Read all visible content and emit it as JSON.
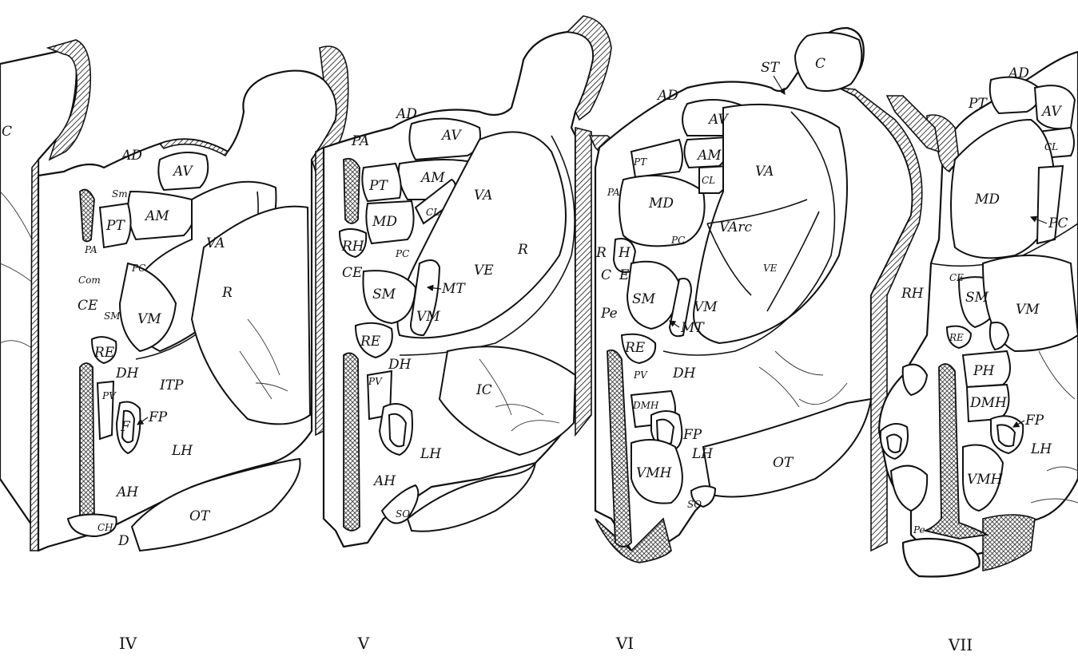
{
  "sections": [
    {
      "numeral": "IV",
      "labels": [
        "C",
        "AD",
        "Sm",
        "AV",
        "PT",
        "AM",
        "VA",
        "PA",
        "PC",
        "Com",
        "R",
        "CE",
        "SM",
        "VM",
        "RE",
        "DH",
        "ITP",
        "PV",
        "F",
        "FP",
        "LH",
        "AH",
        "OT",
        "CH",
        "D"
      ]
    },
    {
      "numeral": "V",
      "labels": [
        "PA",
        "AD",
        "AV",
        "PT",
        "AM",
        "MD",
        "CL",
        "VA",
        "RH",
        "PC",
        "R",
        "CE",
        "SM",
        "MT",
        "VE",
        "VM",
        "RE",
        "DH",
        "PV",
        "IC",
        "LH",
        "AH",
        "SO"
      ]
    },
    {
      "numeral": "VI",
      "labels": [
        "ST",
        "C",
        "AD",
        "AV",
        "PT",
        "AM",
        "PA",
        "MD",
        "CL",
        "VA",
        "R",
        "H",
        "PC",
        "VArc",
        "C",
        "E",
        "SM",
        "VE",
        "Pe",
        "VM",
        "MT",
        "RE",
        "PV",
        "DH",
        "DMH",
        "FP",
        "VMH",
        "LH",
        "OT",
        "SO"
      ]
    },
    {
      "numeral": "VII",
      "labels": [
        "AD",
        "PT",
        "AV",
        "CL",
        "MD",
        "PC",
        "CE",
        "RH",
        "SM",
        "VM",
        "RE",
        "PH",
        "DMH",
        "FP",
        "LH",
        "VMH",
        "Pe"
      ]
    }
  ]
}
